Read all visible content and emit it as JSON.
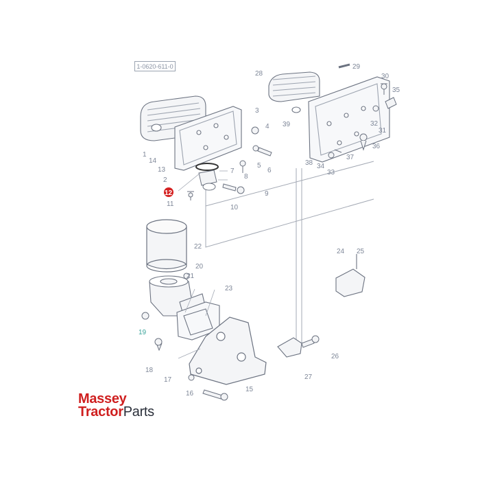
{
  "diagram": {
    "reference_code": "1-0620-611-0",
    "callouts": [
      {
        "id": "c1",
        "label": "1"
      },
      {
        "id": "c2",
        "label": "2"
      },
      {
        "id": "c3",
        "label": "3"
      },
      {
        "id": "c4",
        "label": "4"
      },
      {
        "id": "c5",
        "label": "5"
      },
      {
        "id": "c6",
        "label": "6"
      },
      {
        "id": "c7",
        "label": "7"
      },
      {
        "id": "c8",
        "label": "8"
      },
      {
        "id": "c9",
        "label": "9"
      },
      {
        "id": "c10",
        "label": "10"
      },
      {
        "id": "c11",
        "label": "11"
      },
      {
        "id": "c12",
        "label": "12",
        "highlighted": true
      },
      {
        "id": "c13",
        "label": "13"
      },
      {
        "id": "c14",
        "label": "14"
      },
      {
        "id": "c15",
        "label": "15"
      },
      {
        "id": "c16",
        "label": "16"
      },
      {
        "id": "c17",
        "label": "17"
      },
      {
        "id": "c18",
        "label": "18"
      },
      {
        "id": "c19",
        "label": "19"
      },
      {
        "id": "c20",
        "label": "20"
      },
      {
        "id": "c21",
        "label": "21"
      },
      {
        "id": "c22",
        "label": "22"
      },
      {
        "id": "c23",
        "label": "23"
      },
      {
        "id": "c24",
        "label": "24"
      },
      {
        "id": "c25",
        "label": "25"
      },
      {
        "id": "c26",
        "label": "26"
      },
      {
        "id": "c27",
        "label": "27"
      },
      {
        "id": "c28",
        "label": "28"
      },
      {
        "id": "c29",
        "label": "29"
      },
      {
        "id": "c30",
        "label": "30"
      },
      {
        "id": "c31",
        "label": "31"
      },
      {
        "id": "c32",
        "label": "32"
      },
      {
        "id": "c33",
        "label": "33"
      },
      {
        "id": "c34",
        "label": "34"
      },
      {
        "id": "c35",
        "label": "35"
      },
      {
        "id": "c36",
        "label": "36"
      },
      {
        "id": "c37",
        "label": "37"
      },
      {
        "id": "c38",
        "label": "38"
      },
      {
        "id": "c39",
        "label": "39"
      }
    ],
    "highlight_color": "#d42121",
    "line_color": "#9aa1ad"
  },
  "brand": {
    "line1": "Massey",
    "line2_bold": "Tractor",
    "line2_regular": "Parts",
    "color": "#cf1f1f"
  }
}
